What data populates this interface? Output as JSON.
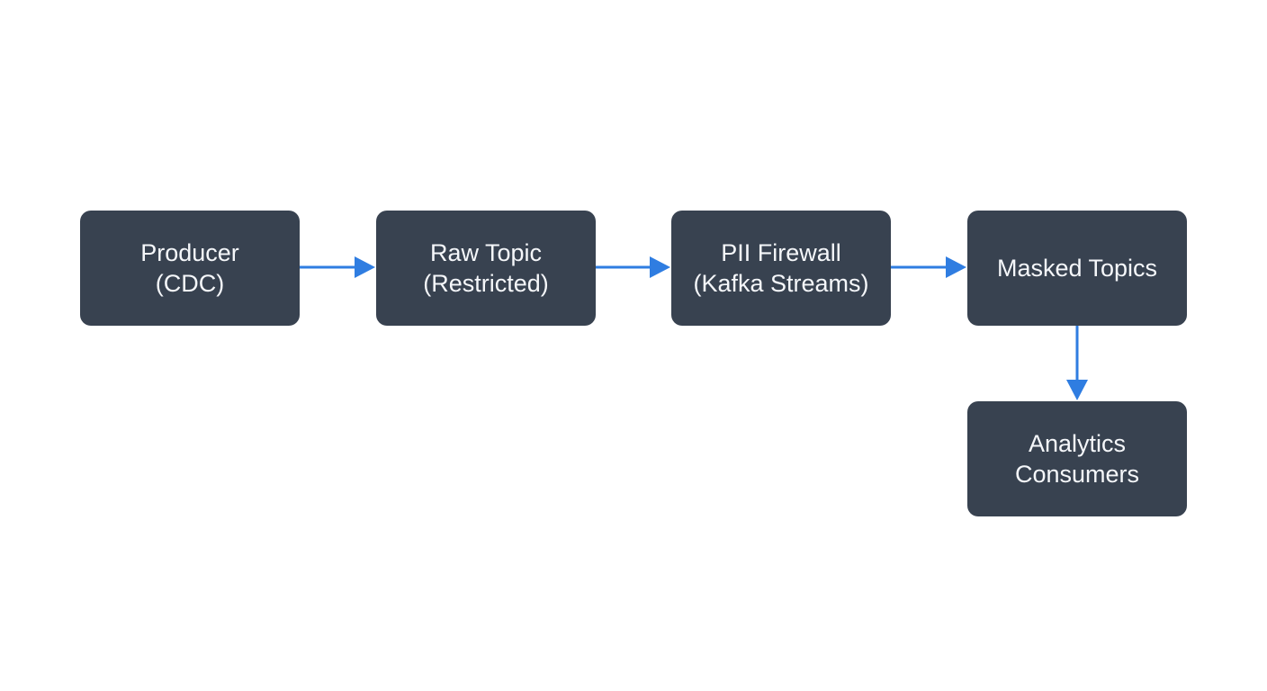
{
  "diagram": {
    "nodes": [
      {
        "id": "producer",
        "lines": [
          "Producer",
          "(CDC)"
        ]
      },
      {
        "id": "raw-topic",
        "lines": [
          "Raw Topic",
          "(Restricted)"
        ]
      },
      {
        "id": "pii-firewall",
        "lines": [
          "PII Firewall",
          "(Kafka Streams)"
        ]
      },
      {
        "id": "masked-topics",
        "lines": [
          "Masked Topics"
        ]
      },
      {
        "id": "analytics-consumers",
        "lines": [
          "Analytics",
          "Consumers"
        ]
      }
    ],
    "edges": [
      {
        "from": "producer",
        "to": "raw-topic"
      },
      {
        "from": "raw-topic",
        "to": "pii-firewall"
      },
      {
        "from": "pii-firewall",
        "to": "masked-topics"
      },
      {
        "from": "masked-topics",
        "to": "analytics-consumers"
      }
    ],
    "colors": {
      "node_fill": "#384250",
      "node_text": "#f5f7fa",
      "arrow": "#2f7de1",
      "background": "#ffffff"
    }
  }
}
